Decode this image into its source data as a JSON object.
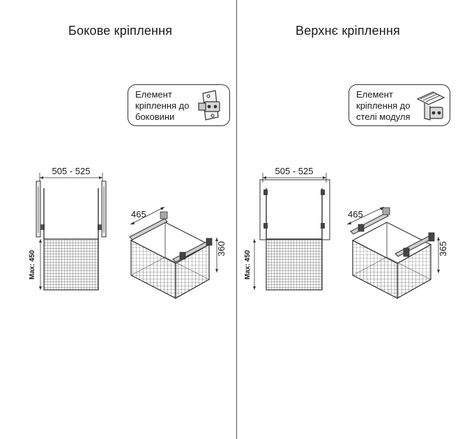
{
  "left_panel": {
    "title": "Бокове кріплення",
    "callout_text": "Елемент\nкріплення до\nбоковини",
    "callout_icon": "side-mount-bracket-icon",
    "width_range": "505 - 525",
    "depth": "465",
    "height": "360",
    "max_height": "Max: 450"
  },
  "right_panel": {
    "title": "Верхнє кріплення",
    "callout_text": "Елемент\nкріплення до\nстелі модуля",
    "callout_icon": "top-mount-bracket-icon",
    "width_range": "505 - 525",
    "depth": "465",
    "height": "365",
    "max_height": "Max: 450"
  },
  "colors": {
    "line": "#333333",
    "mesh": "#5a5a5a",
    "divider": "#555555"
  }
}
